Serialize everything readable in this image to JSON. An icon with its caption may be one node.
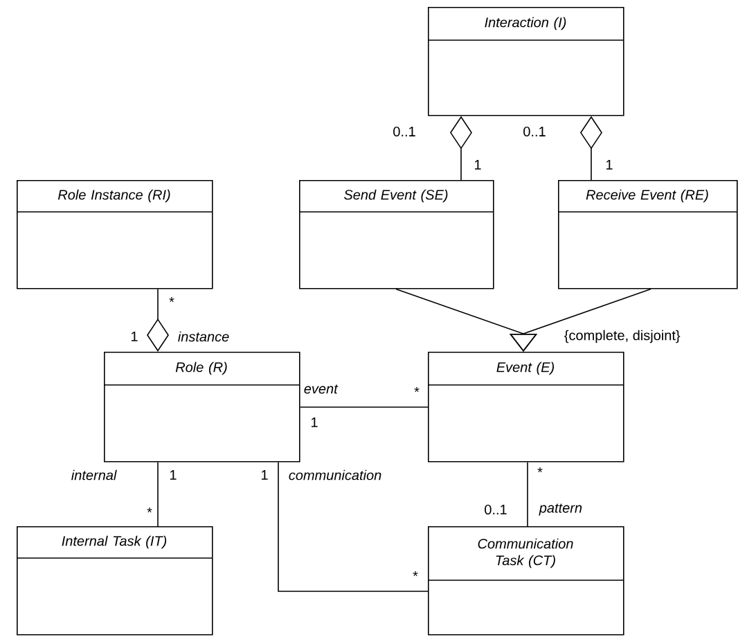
{
  "diagram": {
    "nodes": [
      {
        "text": [
          "Interaction (I)"
        ]
      },
      {
        "text": [
          "Role Instance (RI)"
        ]
      },
      {
        "text": [
          "Send Event (SE)"
        ]
      },
      {
        "text": [
          "Receive Event (RE)"
        ]
      },
      {
        "text": [
          "Role (R)"
        ]
      },
      {
        "text": [
          "Event (E)"
        ]
      },
      {
        "text": [
          "Internal Task (IT)"
        ]
      },
      {
        "text": [
          "Communication Task (CT)"
        ]
      }
    ],
    "edges": [
      {
        "from": 0,
        "to": 2,
        "arrow": "other"
      },
      {
        "from": 0,
        "to": 3,
        "arrow": "other"
      },
      {
        "from": 2,
        "to": 5,
        "arrow": "to"
      },
      {
        "from": 3,
        "to": 5,
        "arrow": "to"
      },
      {
        "from": 4,
        "to": 1,
        "arrow": "other",
        "label": "instance"
      },
      {
        "from": 4,
        "to": 5,
        "arrow": "none",
        "label": "event"
      },
      {
        "from": 4,
        "to": 6,
        "arrow": "none",
        "label": "internal"
      },
      {
        "from": 4,
        "to": 7,
        "arrow": "none",
        "label": "communication"
      },
      {
        "from": 5,
        "to": 7,
        "arrow": "none",
        "label": "pattern"
      }
    ],
    "labels": [
      "0..1",
      "0..1",
      "1",
      "1",
      "*",
      "1",
      "{complete, disjoint}",
      "*",
      "1",
      "1",
      "1",
      "*",
      "*",
      "0..1",
      "*"
    ]
  }
}
